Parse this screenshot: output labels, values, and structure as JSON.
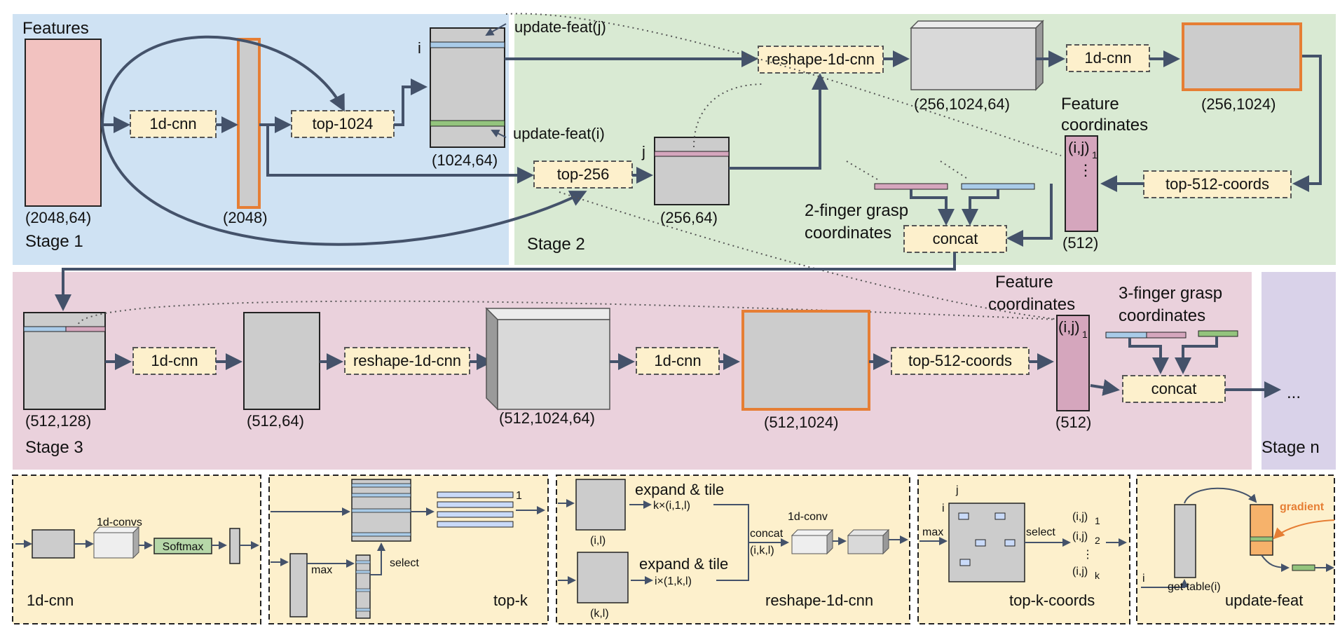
{
  "stage1": {
    "title": "Features",
    "label": "Stage 1",
    "features_dim": "(2048,64)",
    "vector_dim": "(2048)"
  },
  "stage2": {
    "label": "Stage 2",
    "feat_dim": "(1024,64)",
    "sel_dim": "(256,64)",
    "cube_dim": "(256,1024,64)",
    "map_dim": "(256,1024)",
    "coord_dim": "(512)",
    "coord_label_1": "Feature",
    "coord_label_2": "coordinates",
    "grasp_label_1": "2-finger grasp",
    "grasp_label_2": "coordinates",
    "update_j": "update-feat(j)",
    "update_i": "update-feat(i)",
    "index_i": "i",
    "index_j": "j",
    "coord_top": "(i,j)",
    "coord_sub": "1",
    "ellipsis": "⋮"
  },
  "stage3": {
    "label": "Stage 3",
    "in_dim": "(512,128)",
    "mid_dim": "(512,64)",
    "cube_dim": "(512,1024,64)",
    "map_dim": "(512,1024)",
    "coord_dim": "(512)",
    "coord_label_1": "Feature",
    "coord_label_2": "coordinates",
    "grasp_label_1": "3-finger grasp",
    "grasp_label_2": "coordinates",
    "coord_top": "(i,j)",
    "coord_sub": "1",
    "more": "..."
  },
  "stagen": {
    "label": "Stage n"
  },
  "modules": {
    "cnn": "1d-cnn",
    "top1024": "top-1024",
    "top256": "top-256",
    "reshape": "reshape-1d-cnn",
    "top512": "top-512-coords",
    "concat": "concat"
  },
  "legend": {
    "cnn": {
      "title": "1d-cnn",
      "convs": "1d-convs",
      "softmax": "Softmax"
    },
    "topk": {
      "title": "top-k",
      "max": "max",
      "select": "select",
      "one": "1"
    },
    "reshape": {
      "title": "reshape-1d-cnn",
      "expand1": "expand & tile",
      "expand2": "expand & tile",
      "kx": "k×(i,1,l)",
      "ix": "i×(1,k,l)",
      "il": "(i,l)",
      "kl": "(k,l)",
      "concat": "concat",
      "ikl": "(i,k,l)",
      "conv": "1d-conv"
    },
    "topkc": {
      "title": "top-k-coords",
      "max": "max",
      "select": "select",
      "i": "i",
      "j": "j",
      "c1": "(i,j)",
      "s1": "1",
      "c2": "(i,j)",
      "s2": "2",
      "vd": "⋮",
      "ck": "(i,j)",
      "sk": "k"
    },
    "update": {
      "title": "update-feat",
      "gradient": "gradient",
      "get": "get table(i)",
      "i": "i"
    }
  },
  "colors": {
    "stage1_bg": "#cfe2f3",
    "stage2_bg": "#d9ead3",
    "stage3_bg": "#ead1dc",
    "stagen_bg": "#d9d2e9",
    "legend_bg": "#fdf0cc",
    "orange": "#e67e34",
    "pink": "#f2c2c0",
    "violet": "#d5a6bd",
    "blue_stripe": "#a9cbe8",
    "green_stripe": "#93c47d",
    "mauve_stripe": "#d5a6bd"
  }
}
